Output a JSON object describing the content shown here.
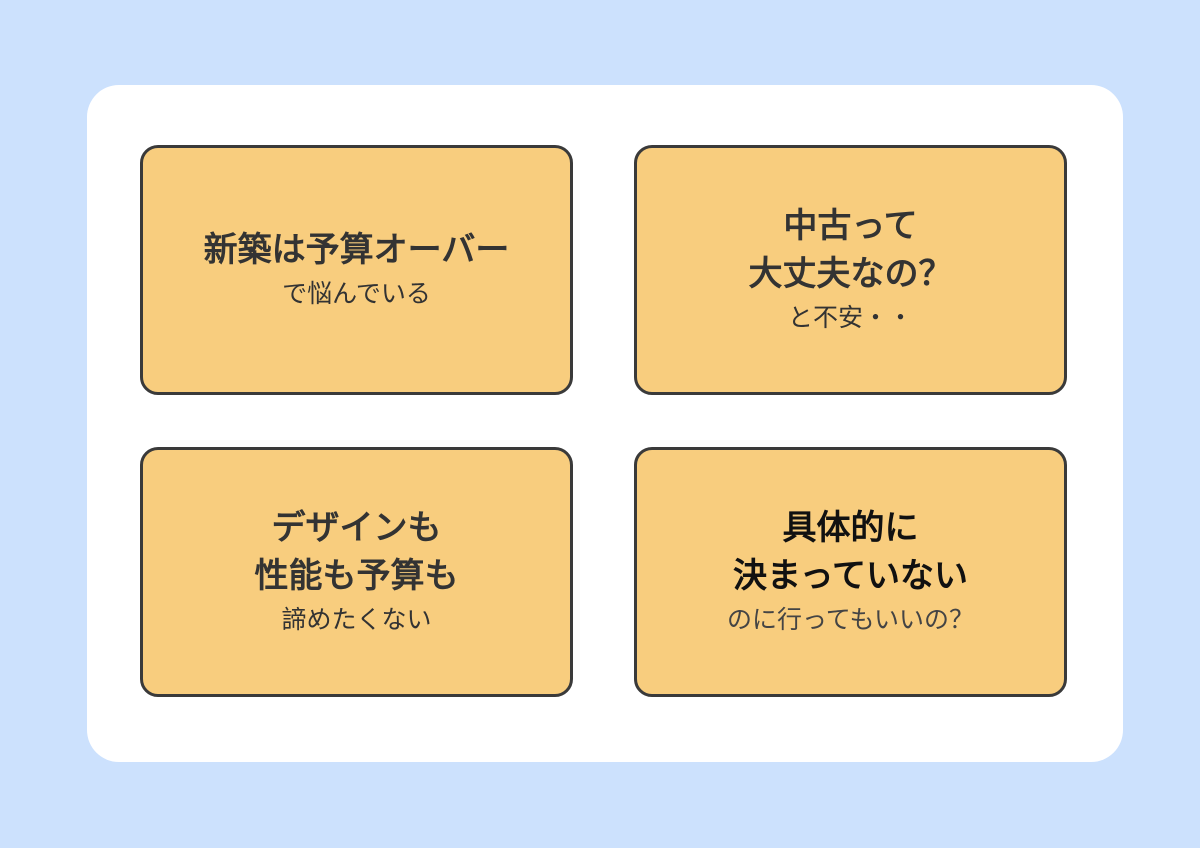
{
  "boxes": [
    {
      "lines": [
        "新築は予算オーバー"
      ],
      "sub": "で悩んでいる"
    },
    {
      "lines": [
        "中古って",
        "大丈夫なの？"
      ],
      "sub": "と不安・・"
    },
    {
      "lines": [
        "デザインも",
        "性能も予算も"
      ],
      "sub": "諦めたくない"
    },
    {
      "lines": [
        "具体的に",
        "決まっていない"
      ],
      "sub": "のに行ってもいいの？"
    }
  ]
}
